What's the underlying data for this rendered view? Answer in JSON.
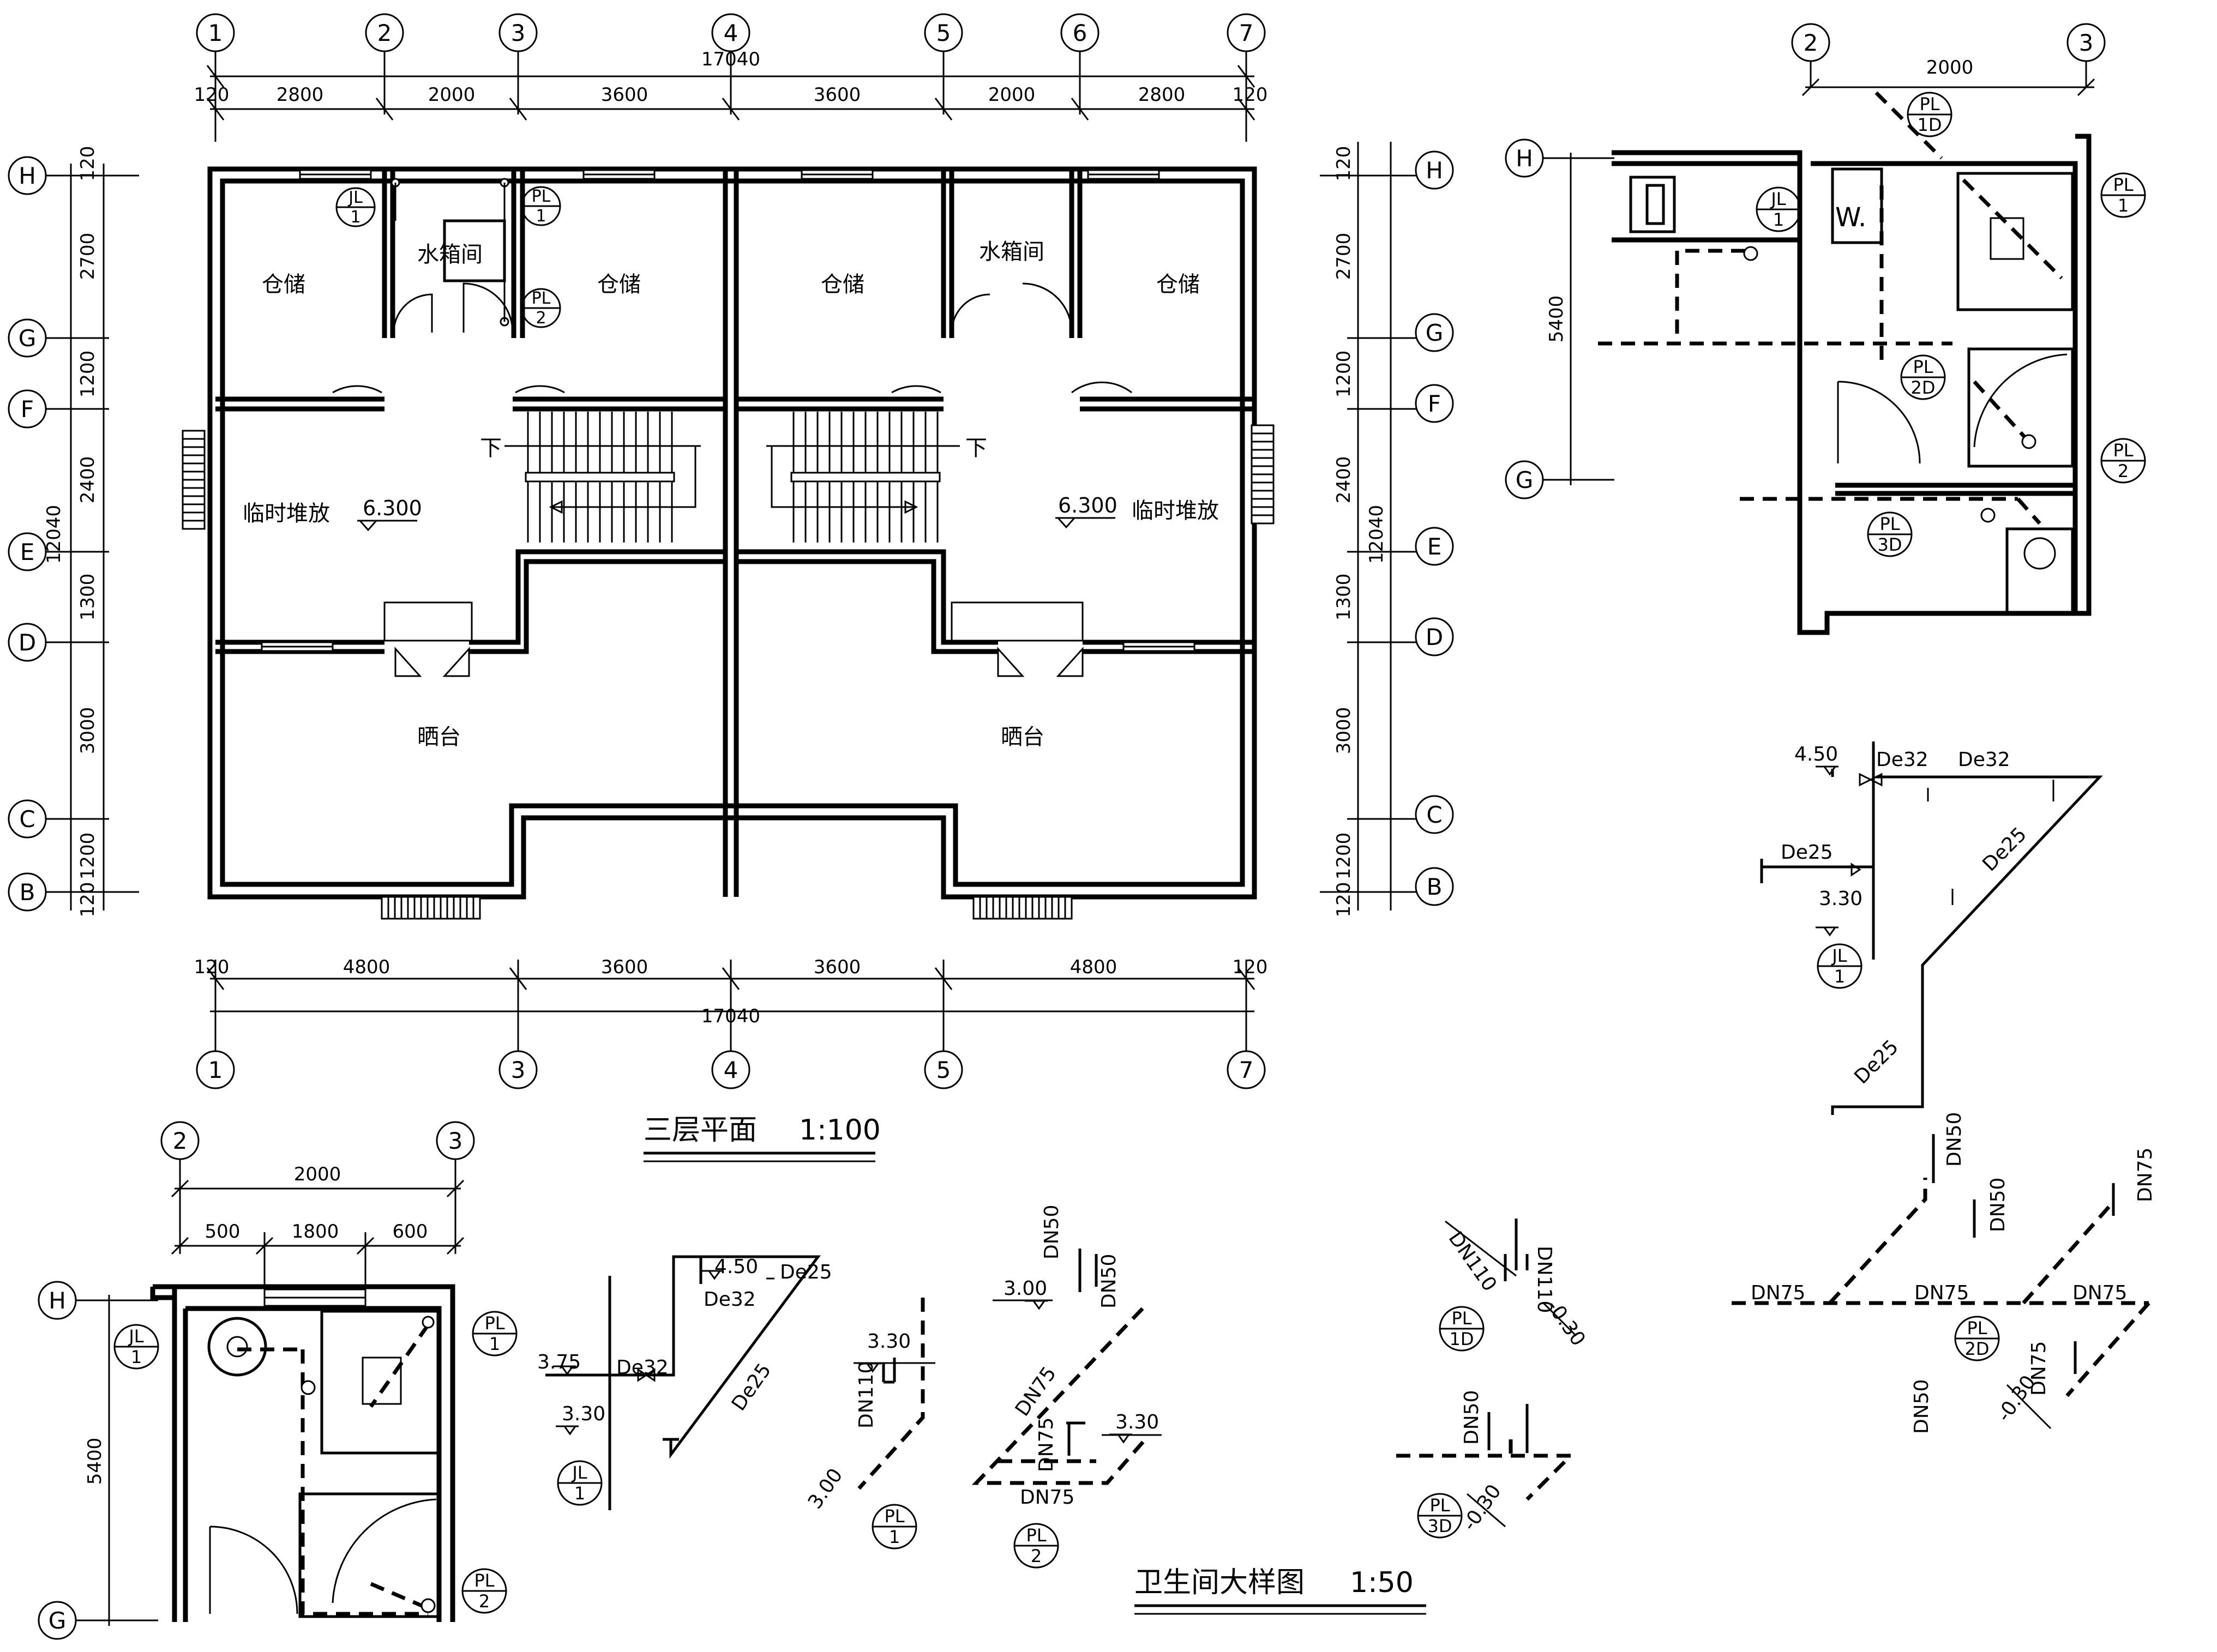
{
  "plan": {
    "title": "三层平面",
    "scale": "1:100",
    "total_width": "17040",
    "total_depth": "12040",
    "top_dims": [
      "120",
      "2800",
      "2000",
      "3600",
      "3600",
      "2000",
      "2800",
      "120"
    ],
    "bottom_dims": [
      "120",
      "4800",
      "3600",
      "3600",
      "4800",
      "120"
    ],
    "side_dims": [
      "120",
      "2700",
      "1200",
      "2400",
      "1300",
      "3000",
      "1200",
      "120"
    ],
    "col_axes": [
      "1",
      "2",
      "3",
      "4",
      "5",
      "6",
      "7"
    ],
    "bottom_axes": [
      "1",
      "3",
      "4",
      "5",
      "7"
    ],
    "row_axes": [
      "H",
      "G",
      "F",
      "E",
      "D",
      "C",
      "B"
    ],
    "rooms": {
      "storage": "仓储",
      "tank_room": "水箱间",
      "temp_storage": "临时堆放",
      "terrace": "晒台",
      "down": "下",
      "level": "6.300"
    }
  },
  "tags": {
    "jl": "JL",
    "pl": "PL",
    "n1": "1",
    "n2": "2",
    "n1d": "1D",
    "n2d": "2D",
    "n3d": "3D"
  },
  "bath_a": {
    "axes": [
      "2",
      "3",
      "H",
      "G"
    ],
    "width": "2000",
    "depth": "5400",
    "w_label": "W."
  },
  "bath_b": {
    "axes": [
      "2",
      "3",
      "H",
      "G"
    ],
    "width": "2000",
    "sub_dims": [
      "500",
      "1800",
      "600"
    ],
    "depth": "5400"
  },
  "detail": {
    "title": "卫生间大样图",
    "scale": "1:50"
  },
  "iso": {
    "jl1_top": {
      "lv_450": "4.50",
      "de32a": "De32",
      "de32b": "De32",
      "de25a": "De25",
      "de25b": "De25",
      "de25c": "De25",
      "lv_330": "3.30"
    },
    "jl1_bot": {
      "lv_450": "4.50",
      "de25a": "De25",
      "de32": "De32",
      "lv_375": "3.75",
      "lv_330": "3.30",
      "de25b": "De25"
    },
    "pl1": {
      "lv_330": "3.30",
      "dn110": "DN110",
      "lv_300": "3.00"
    },
    "pl2": {
      "dn50a": "DN50",
      "dn50b": "DN50",
      "lv_300": "3.00",
      "dn75a": "DN75",
      "dn75b": "DN75",
      "lv_330": "3.30",
      "dn75c": "DN75"
    },
    "pl1d": {
      "dn110a": "DN110",
      "dn110b": "DN110",
      "lv": "-0.30"
    },
    "pl3d": {
      "dn50": "DN50",
      "lv": "-0.30"
    },
    "pl2d": {
      "dn50a": "DN50",
      "dn50b": "DN50",
      "dn75a": "DN75",
      "dn75b": "DN75",
      "dn75c": "DN75",
      "dn75d": "DN75",
      "dn75e": "DN75",
      "dn50c": "DN50",
      "lv": "-0.30"
    }
  }
}
